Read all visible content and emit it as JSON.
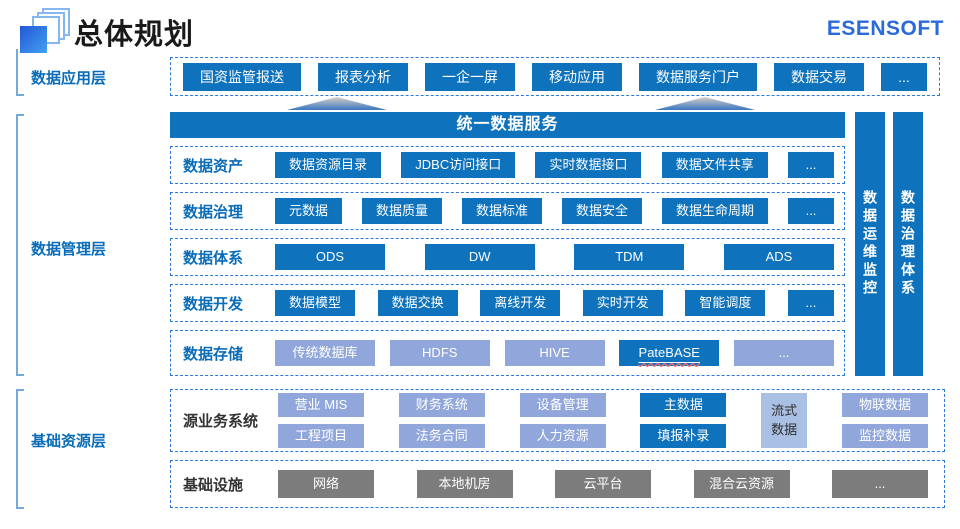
{
  "header": {
    "title": "总体规划",
    "brand": "ESENSOFT",
    "logo_icon": "layered-squares-icon"
  },
  "colors": {
    "primary_blue": "#0E72BC",
    "light_periwinkle": "#91A7DB",
    "stream_box": "#A9BFE3",
    "infra_gray": "#7C7C7C",
    "dashed_border": "#2E79D8",
    "layer_label_blue": "#0A6CB8",
    "brand_blue": "#2B6AD9"
  },
  "layers": {
    "application": {
      "label": "数据应用层",
      "items": [
        {
          "t": "国资监管报送"
        },
        {
          "t": "报表分析"
        },
        {
          "t": "一企一屏"
        },
        {
          "t": "移动应用"
        },
        {
          "t": "数据服务门户"
        },
        {
          "t": "数据交易"
        },
        {
          "t": "..."
        }
      ]
    },
    "management": {
      "label": "数据管理层",
      "service_bar": "统一数据服务",
      "rows": [
        {
          "label": "数据资产",
          "items": [
            {
              "t": "数据资源目录"
            },
            {
              "t": "JDBC访问接口"
            },
            {
              "t": "实时数据接口"
            },
            {
              "t": "数据文件共享"
            },
            {
              "t": "..."
            }
          ]
        },
        {
          "label": "数据治理",
          "items": [
            {
              "t": "元数据"
            },
            {
              "t": "数据质量"
            },
            {
              "t": "数据标准"
            },
            {
              "t": "数据安全"
            },
            {
              "t": "数据生命周期"
            },
            {
              "t": "..."
            }
          ]
        },
        {
          "label": "数据体系",
          "items": [
            {
              "t": "ODS"
            },
            {
              "t": "DW"
            },
            {
              "t": "TDM"
            },
            {
              "t": "ADS"
            }
          ]
        },
        {
          "label": "数据开发",
          "items": [
            {
              "t": "数据模型"
            },
            {
              "t": "数据交换"
            },
            {
              "t": "离线开发"
            },
            {
              "t": "实时开发"
            },
            {
              "t": "智能调度"
            },
            {
              "t": "..."
            }
          ]
        },
        {
          "label": "数据存储",
          "items": [
            {
              "t": "传统数据库",
              "variant": "light"
            },
            {
              "t": "HDFS",
              "variant": "light"
            },
            {
              "t": "HIVE",
              "variant": "light"
            },
            {
              "t": "PateBASE",
              "variant": "solid",
              "underline": true
            },
            {
              "t": "...",
              "variant": "light"
            }
          ]
        }
      ],
      "side_bars": [
        {
          "t": "数据运维监控"
        },
        {
          "t": "数据治理体系"
        }
      ]
    },
    "resource": {
      "label": "基础资源层",
      "source_row": {
        "label": "源业务系统",
        "columns": [
          {
            "variant": "light",
            "items": [
              {
                "t": "营业 MIS"
              },
              {
                "t": "工程项目"
              }
            ]
          },
          {
            "variant": "light",
            "items": [
              {
                "t": "财务系统"
              },
              {
                "t": "法务合同"
              }
            ]
          },
          {
            "variant": "light",
            "items": [
              {
                "t": "设备管理"
              },
              {
                "t": "人力资源"
              }
            ]
          },
          {
            "variant": "solid",
            "items": [
              {
                "t": "主数据"
              },
              {
                "t": "填报补录"
              }
            ]
          },
          {
            "variant": "stream",
            "items": [
              {
                "t": "流式数据"
              }
            ]
          },
          {
            "variant": "light",
            "items": [
              {
                "t": "物联数据"
              },
              {
                "t": "监控数据"
              }
            ]
          }
        ]
      },
      "infra_row": {
        "label": "基础设施",
        "items": [
          {
            "t": "网络"
          },
          {
            "t": "本地机房"
          },
          {
            "t": "云平台"
          },
          {
            "t": "混合云资源"
          },
          {
            "t": "..."
          }
        ]
      }
    }
  }
}
